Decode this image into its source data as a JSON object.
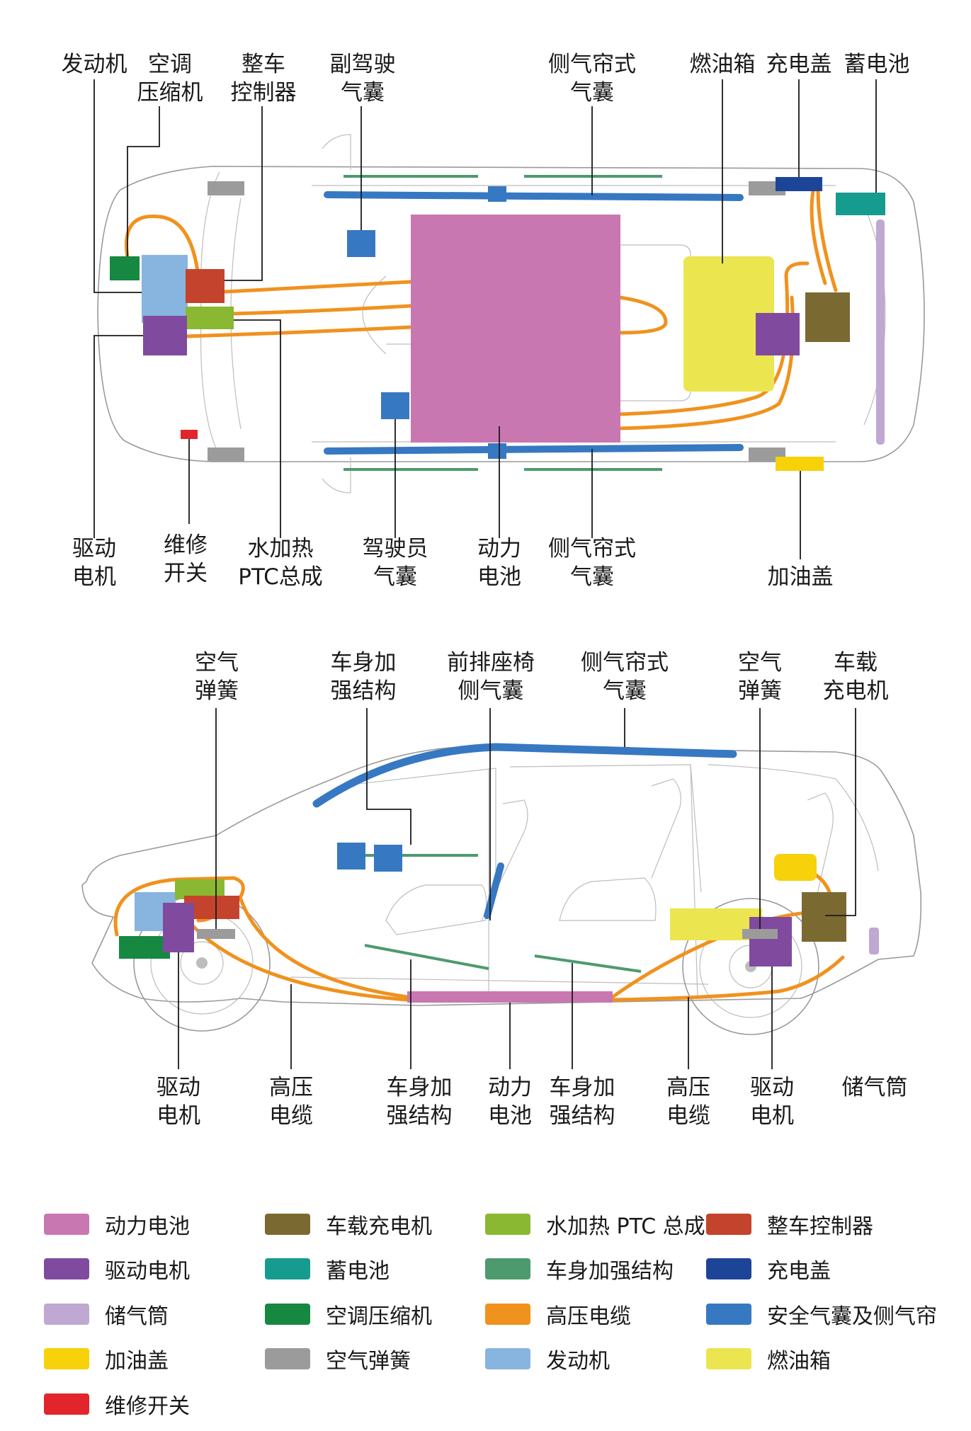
{
  "colors": {
    "battery": "#c977b0",
    "motor": "#804a9e",
    "air_tank": "#bfa8d1",
    "fuel_cap": "#f7d10a",
    "service_switch": "#e2252b",
    "charger": "#7b6932",
    "aux_battery": "#169c8f",
    "ac_compressor": "#168842",
    "air_spring": "#9b9b9b",
    "ptc": "#8ab832",
    "reinforcement": "#4d9a6e",
    "hv_cable": "#f0921e",
    "engine": "#88b4e0",
    "vcu": "#c4432c",
    "charge_cap": "#1d4597",
    "airbag": "#3778c2",
    "fuel_tank": "#ebe54f"
  },
  "top_view": {
    "labels": {
      "engine": "发动机",
      "ac_compressor": [
        "空调",
        "压缩机"
      ],
      "vcu": [
        "整车",
        "控制器"
      ],
      "passenger_airbag": [
        "副驾驶",
        "气囊"
      ],
      "curtain_top": [
        "侧气帘式",
        "气囊"
      ],
      "fuel_tank": "燃油箱",
      "charge_cap": "充电盖",
      "aux_battery": "蓄电池",
      "drive_motor": [
        "驱动",
        "电机"
      ],
      "service_switch": [
        "维修",
        "开关"
      ],
      "ptc": [
        "水加热",
        "PTC总成"
      ],
      "driver_airbag": [
        "驾驶员",
        "气囊"
      ],
      "power_battery": [
        "动力",
        "电池"
      ],
      "curtain_bottom": [
        "侧气帘式",
        "气囊"
      ],
      "fuel_cap": "加油盖"
    }
  },
  "side_view": {
    "labels": {
      "air_spring_front": [
        "空气",
        "弹簧"
      ],
      "reinforcement_top": [
        "车身加",
        "强结构"
      ],
      "seat_airbag": [
        "前排座椅",
        "侧气囊"
      ],
      "curtain": [
        "侧气帘式",
        "气囊"
      ],
      "air_spring_rear": [
        "空气",
        "弹簧"
      ],
      "onboard_charger": [
        "车载",
        "充电机"
      ],
      "drive_motor_front": [
        "驱动",
        "电机"
      ],
      "hv_cable_front": [
        "高压",
        "电缆"
      ],
      "reinforcement_left": [
        "车身加",
        "强结构"
      ],
      "power_battery": [
        "动力",
        "电池"
      ],
      "reinforcement_right": [
        "车身加",
        "强结构"
      ],
      "hv_cable_rear": [
        "高压",
        "电缆"
      ],
      "drive_motor_rear": [
        "驱动",
        "电机"
      ],
      "air_tank": "储气筒"
    }
  },
  "legend": [
    {
      "label": "动力电池",
      "color": "#c977b0"
    },
    {
      "label": "车载充电机",
      "color": "#7b6932"
    },
    {
      "label": "水加热 PTC 总成",
      "color": "#8ab832"
    },
    {
      "label": "整车控制器",
      "color": "#c4432c"
    },
    {
      "label": "驱动电机",
      "color": "#804a9e"
    },
    {
      "label": "蓄电池",
      "color": "#169c8f"
    },
    {
      "label": "车身加强结构",
      "color": "#4d9a6e"
    },
    {
      "label": "充电盖",
      "color": "#1d4597"
    },
    {
      "label": "储气筒",
      "color": "#bfa8d1"
    },
    {
      "label": "空调压缩机",
      "color": "#168842"
    },
    {
      "label": "高压电缆",
      "color": "#f0921e"
    },
    {
      "label": "安全气囊及侧气帘",
      "color": "#3778c2"
    },
    {
      "label": "加油盖",
      "color": "#f7d10a"
    },
    {
      "label": "空气弹簧",
      "color": "#9b9b9b"
    },
    {
      "label": "发动机",
      "color": "#88b4e0"
    },
    {
      "label": "燃油箱",
      "color": "#ebe54f"
    },
    {
      "label": "维修开关",
      "color": "#e2252b"
    }
  ]
}
